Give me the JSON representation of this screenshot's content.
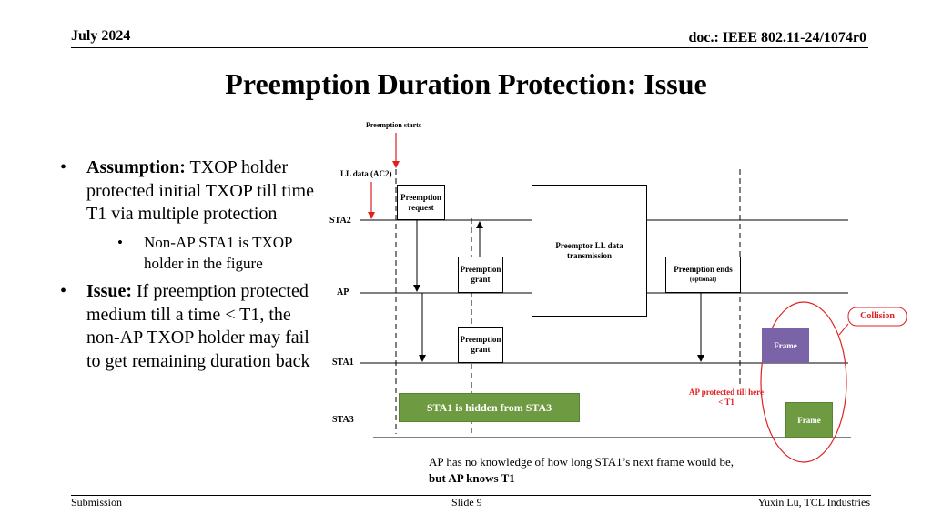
{
  "header": {
    "date": "July 2024",
    "doc_id": "doc.: IEEE 802.11-24/1074r0"
  },
  "title": "Preemption Duration Protection: Issue",
  "bullets": {
    "b1_bold": "Assumption:",
    "b1_text": " TXOP holder protected initial TXOP till time T1 via multiple protection",
    "sub1": "Non-AP STA1 is TXOP holder in the figure",
    "b2_bold": "Issue:",
    "b2_text": " If preemption protected medium till a time < T1, the non-AP TXOP holder may fail to get remaining duration back"
  },
  "diagram": {
    "preemption_starts": "Preemption starts",
    "ll_data": "LL data (AC2)",
    "rows": {
      "sta2": "STA2",
      "ap": "AP",
      "sta1": "STA1",
      "sta3": "STA3"
    },
    "preemption_request": "Preemption request",
    "preemption_grant_ap": "Preemption grant",
    "preemption_grant_sta1": "Preemption grant",
    "preemptor_ll_data": "Preemptor LL data transmission",
    "preemption_ends": "Preemption ends",
    "optional": "(optional)",
    "collision": "Collision",
    "frame_sta1": "Frame",
    "frame_sta3": "Frame",
    "hidden": "STA1 is hidden from STA3",
    "ap_protected_line1": "AP protected till here",
    "ap_protected_line2": "< T1",
    "colors": {
      "green": "#6e9a41",
      "purple": "#7b63a8",
      "red": "#e02020"
    }
  },
  "note": {
    "line1": "AP has no knowledge of how long STA1’s next frame would be,",
    "line2": "but AP knows T1"
  },
  "footer": {
    "left": "Submission",
    "center": "Slide 9",
    "right": "Yuxin Lu, TCL Industries"
  }
}
